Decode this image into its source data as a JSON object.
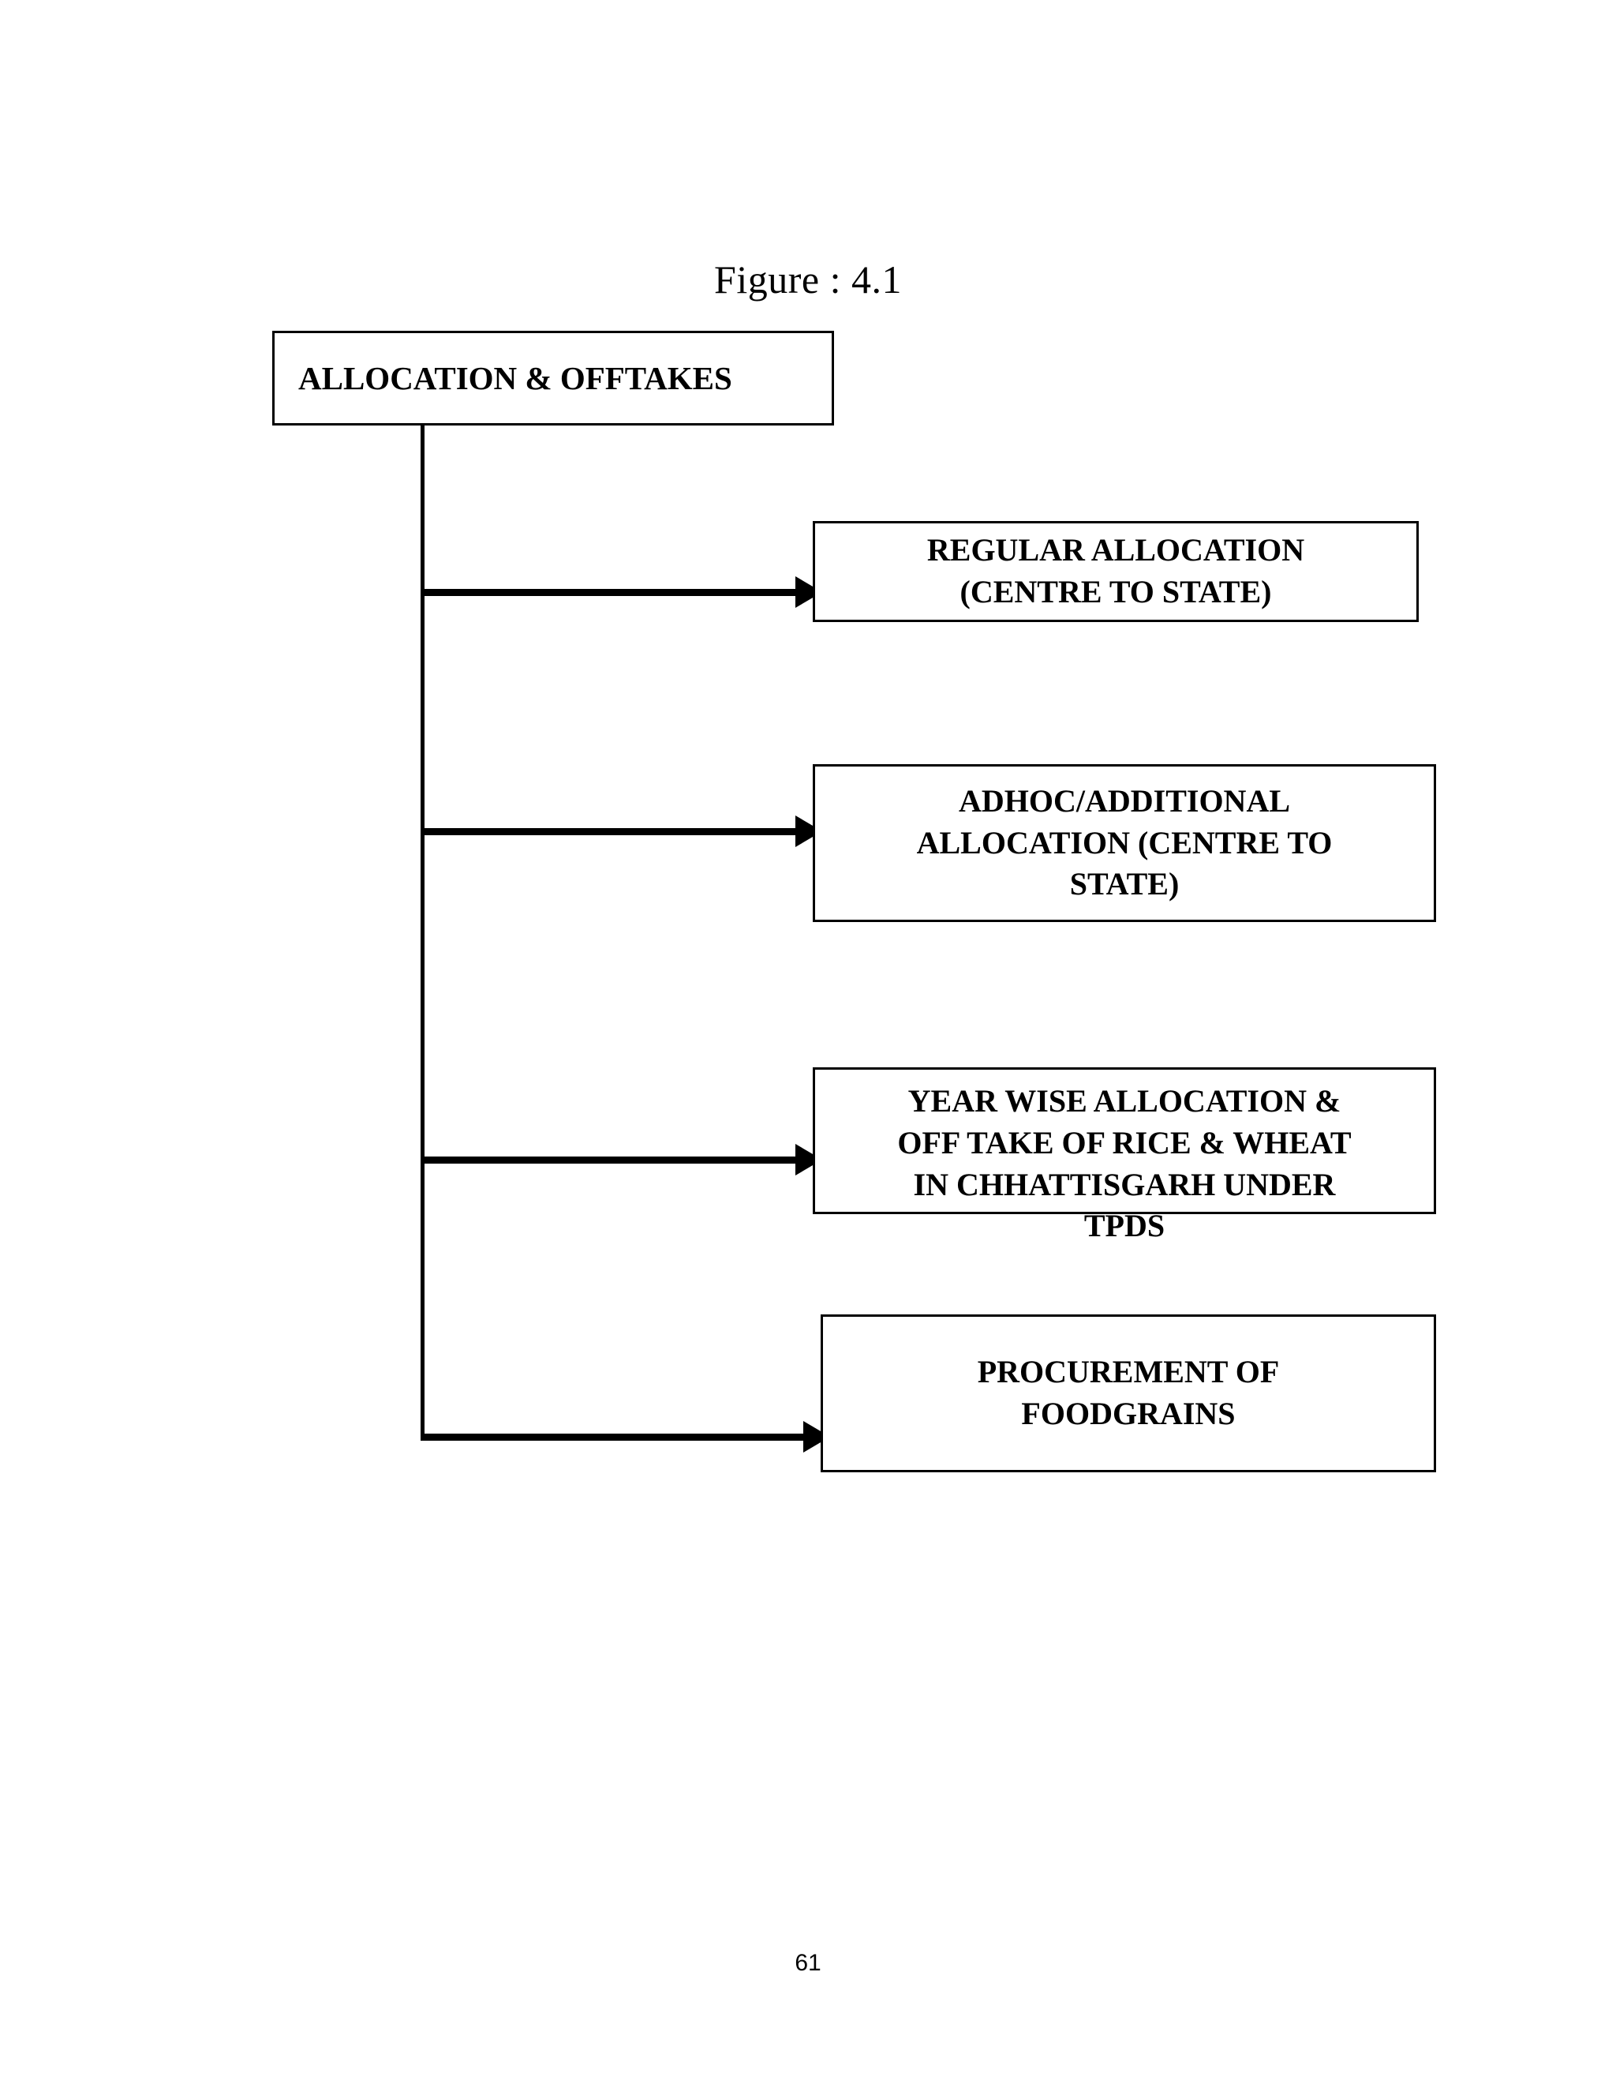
{
  "page": {
    "caption": "Figure : 4.1",
    "page_number": "61",
    "ink_color": "#000000",
    "background_color": "#ffffff"
  },
  "chart_data": {
    "type": "diagram",
    "diagram_kind": "flowchart",
    "title": "Figure : 4.1",
    "orientation": "vertical-trunk-with-right-branches",
    "root": {
      "id": "allocation-offtakes",
      "label": "ALLOCATION & OFFTAKES"
    },
    "branches": [
      {
        "id": "regular-allocation",
        "label": "REGULAR ALLOCATION\n(CENTRE TO STATE)",
        "lines": [
          "REGULAR ALLOCATION",
          "(CENTRE TO STATE)"
        ]
      },
      {
        "id": "adhoc-additional-allocation",
        "label": "ADHOC/ADDITIONAL\nALLOCATION (CENTRE TO\nSTATE)",
        "lines": [
          "ADHOC/ADDITIONAL",
          "ALLOCATION (CENTRE TO",
          "STATE)"
        ]
      },
      {
        "id": "year-wise-allocation-offtake",
        "label": "YEAR WISE ALLOCATION &\nOFF TAKE OF RICE & WHEAT\nIN CHHATTISGARH UNDER\nTPDS",
        "lines": [
          "YEAR WISE ALLOCATION &",
          "OFF TAKE OF RICE & WHEAT",
          "IN CHHATTISGARH UNDER",
          "TPDS"
        ]
      },
      {
        "id": "procurement-of-foodgrains",
        "label": "PROCUREMENT OF\nFOODGRAINS",
        "lines": [
          "PROCUREMENT OF",
          "FOODGRAINS"
        ]
      }
    ],
    "edges": [
      {
        "from": "allocation-offtakes",
        "to": "regular-allocation",
        "style": "solid-arrow"
      },
      {
        "from": "allocation-offtakes",
        "to": "adhoc-additional-allocation",
        "style": "solid-arrow"
      },
      {
        "from": "allocation-offtakes",
        "to": "year-wise-allocation-offtake",
        "style": "solid-arrow"
      },
      {
        "from": "allocation-offtakes",
        "to": "procurement-of-foodgrains",
        "style": "solid-arrow"
      }
    ]
  }
}
